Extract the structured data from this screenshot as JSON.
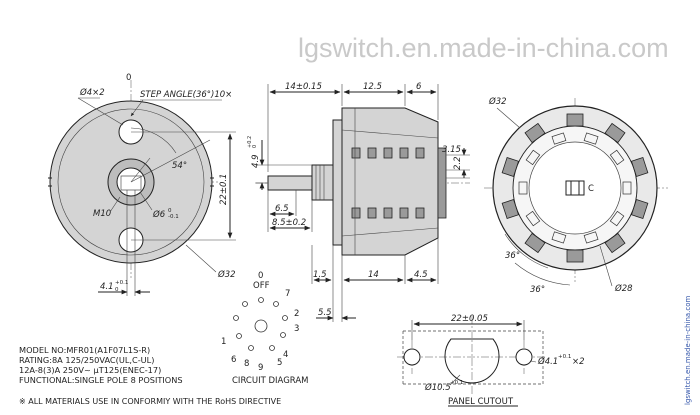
{
  "watermark": "lgswitch.en.made-in-china.com",
  "side_text": "lgswitch.en.made-in-china.com",
  "front_view": {
    "zero_label": "0",
    "hole_callout": "Ø4×2",
    "step_angle": "STEP ANGLE(36°)10×",
    "angle_54": "54°",
    "thread": "M10",
    "shaft_dia": "Ø6",
    "shaft_tol_upper": "0",
    "shaft_tol_lower": "-0.1",
    "dim_22": "22±0.1",
    "dim_32": "Ø32",
    "key_width": "4.1",
    "key_tol_upper": "+0.1",
    "key_tol_lower": "0"
  },
  "side_view": {
    "dim_14": "14±0.15",
    "dim_12_5": "12.5",
    "dim_6": "6",
    "dim_4_9": "4.9",
    "dim_4_9_tol_upper": "+0.2",
    "dim_4_9_tol_lower": "0",
    "dim_3_15": "3.15",
    "dim_2_2": "2.2",
    "dim_6_5": "6.5",
    "dim_8_5": "8.5±0.2",
    "dim_1_5": "1.5",
    "dim_14b": "14",
    "dim_4_5": "4.5",
    "dim_5_5": "5.5"
  },
  "rear_view": {
    "dim_32": "Ø32",
    "angle_a": "36°",
    "angle_b": "36°",
    "dim_28": "Ø28",
    "center_letter": "C"
  },
  "circuit": {
    "title": "CIRCUIT DIAGRAM",
    "off_num": "0",
    "off_label": "OFF",
    "numbers": [
      "7",
      "2",
      "3",
      "1",
      "4",
      "5",
      "6",
      "8",
      "9"
    ]
  },
  "spec": {
    "lines": [
      "MODEL NO:MFR01(A1F07L1S-R)",
      "RATING:8A 125/250VAC(UL,C-UL)",
      "12A-8(3)A 250V~ μT125(ENEC-17)",
      "FUNCTIONAL:SINGLE POLE 8 POSITIONS"
    ]
  },
  "panel": {
    "title": "PANEL CUTOUT",
    "dim_22": "22±0.05",
    "dim_10_5": "Ø10.5",
    "dim_10_5_tol": "+0.1",
    "dim_4_1": "Ø4.1",
    "dim_4_1_tol": "+0.1",
    "dim_4_1_suffix": "×2"
  },
  "footer_note": "※ ALL MATERIALS USE IN CONFORMIY WITH THE RoHS DIRECTIVE"
}
